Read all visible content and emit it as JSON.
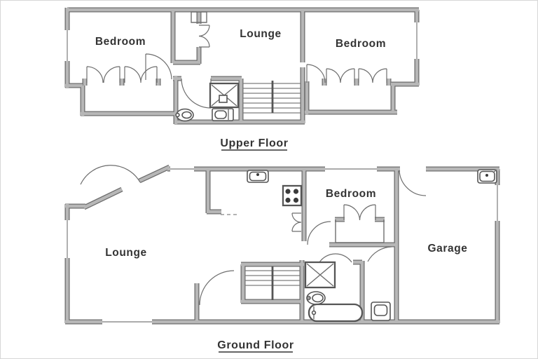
{
  "floors": {
    "upper": {
      "title": "Upper Floor",
      "rooms": {
        "bedroom_left": "Bedroom",
        "lounge": "Lounge",
        "bedroom_right": "Bedroom"
      }
    },
    "ground": {
      "title": "Ground Floor",
      "rooms": {
        "lounge": "Lounge",
        "bedroom": "Bedroom",
        "garage": "Garage"
      }
    }
  },
  "fixtures": {
    "upper": [
      "shower-icon",
      "toilet-icon",
      "sink-icon",
      "staircase",
      "wardrobe-doors",
      "double-entry-doors"
    ],
    "ground": [
      "kitchen-sink-icon",
      "stove-icon",
      "cupboard-doors",
      "wardrobe-doors",
      "shower-icon",
      "sink-icon",
      "bathtub-icon",
      "toilet-icon",
      "garage-sink-icon",
      "staircase",
      "entry-door"
    ]
  },
  "colors": {
    "background": "#ffffff",
    "wall_fill": "#b7b7b7",
    "wall_edge": "#6d6d6d",
    "line": "#6e6e6e",
    "text": "#333333"
  }
}
